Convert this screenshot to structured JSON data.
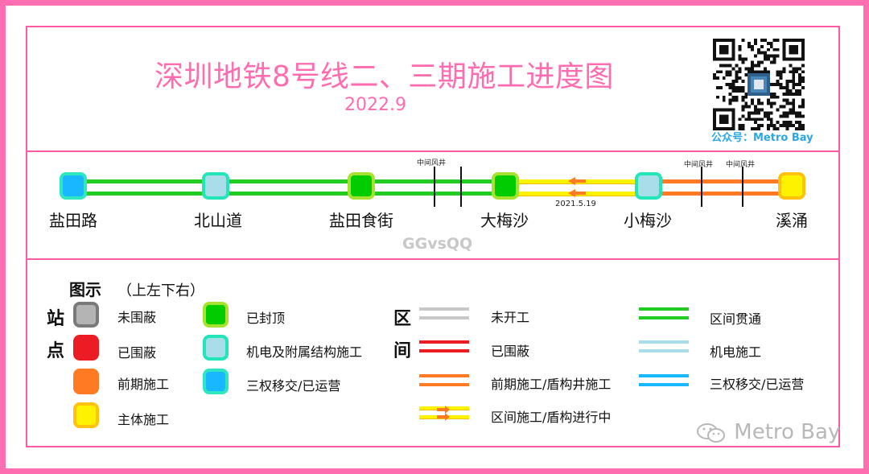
{
  "header": {
    "title": "深圳地铁8号线二、三期施工进度图",
    "date": "2022.9",
    "qr_caption": "公众号：Metro Bay"
  },
  "map": {
    "stations": [
      {
        "name": "盐田路",
        "status": "三权移交/已运营"
      },
      {
        "name": "北山道",
        "status": "机电及附属结构施工"
      },
      {
        "name": "盐田食街",
        "status": "已封顶"
      },
      {
        "name": "大梅沙",
        "status": "已封顶"
      },
      {
        "name": "小梅沙",
        "status": "机电及附属结构施工"
      },
      {
        "name": "溪涌",
        "status": "主体施工"
      }
    ],
    "shafts": [
      "中间风井",
      "中间风井",
      "中间风井"
    ],
    "sections": [
      {
        "from": "盐田路",
        "to": "北山道",
        "status": "区间贯通"
      },
      {
        "from": "北山道",
        "to": "盐田食街",
        "status": "区间贯通"
      },
      {
        "from": "盐田食街",
        "to": "大梅沙",
        "status": "区间贯通"
      },
      {
        "from": "大梅沙",
        "to": "小梅沙",
        "status": "区间施工/盾构进行中"
      },
      {
        "from": "小梅沙",
        "to": "溪涌",
        "status": "前期施工/盾构井施工"
      }
    ],
    "tbm_start_date": "2021.5.19",
    "author_tag": "GGvsQQ"
  },
  "legend": {
    "title": "图示",
    "subtitle": "（上左下右）",
    "station_chars": [
      "站",
      "点"
    ],
    "section_chars": [
      "区",
      "间"
    ],
    "station_items": [
      {
        "label": "未围蔽",
        "fill": "#b4b4b4",
        "border": "#7a7a7a"
      },
      {
        "label": "已围蔽",
        "fill": "#ec1c24",
        "border": "#ec1c24"
      },
      {
        "label": "前期施工",
        "fill": "#ff7a22",
        "border": "#ff7a22"
      },
      {
        "label": "主体施工",
        "fill": "#fff200",
        "border": "#ffc20e"
      },
      {
        "label": "已封顶",
        "fill": "#00cc00",
        "border": "#a6e22e"
      },
      {
        "label": "机电及附属结构施工",
        "fill": "#a8dde9",
        "border": "#22e6b8"
      },
      {
        "label": "三权移交/已运营",
        "fill": "#18b7ff",
        "border": "#2ee6c0"
      }
    ],
    "section_items": [
      {
        "label": "未开工",
        "color": "#c8c8c8"
      },
      {
        "label": "已围蔽",
        "color": "#ec1c24"
      },
      {
        "label": "前期施工/盾构井施工",
        "color": "#ff7a22"
      },
      {
        "label": "区间施工/盾构进行中",
        "color": "#fff200"
      },
      {
        "label": "区间贯通",
        "color": "#22cc22"
      },
      {
        "label": "机电施工",
        "color": "#a8dde9"
      },
      {
        "label": "三权移交/已运营",
        "color": "#18b7ff"
      }
    ]
  },
  "watermark": "Metro Bay",
  "colors": {
    "frame": "#ff6eb0",
    "title": "#ff6cb0",
    "green_track": "#22cc22",
    "yellow_track": "#fff200",
    "orange_track": "#ff7a22",
    "arrow": "#ff7a22"
  }
}
